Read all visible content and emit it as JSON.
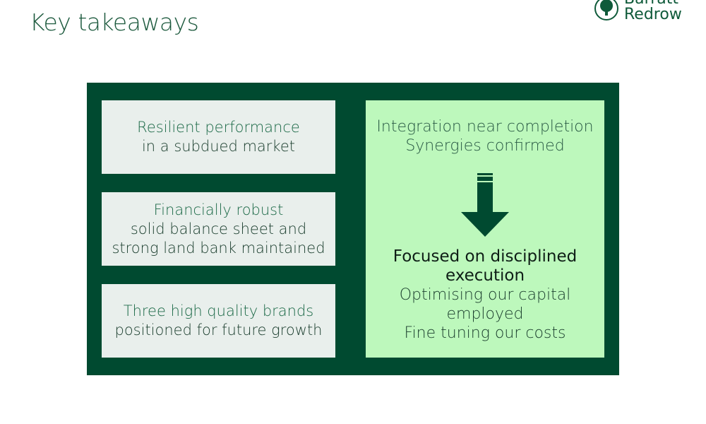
{
  "title": "Key takeaways",
  "logo": {
    "line1": "Barratt",
    "line2": "Redrow"
  },
  "left_boxes": [
    {
      "heading": "Resilient performance",
      "lines": [
        "in a subdued market"
      ]
    },
    {
      "heading": "Financially robust",
      "lines": [
        "solid balance sheet and",
        "strong land bank maintained"
      ]
    },
    {
      "heading": "Three high quality brands",
      "lines": [
        "positioned for future growth"
      ]
    }
  ],
  "right_box": {
    "top": [
      "Integration near completion",
      "Synergies confirmed"
    ],
    "focus": [
      "Focused on disciplined",
      "execution"
    ],
    "lines": [
      "Optimising our capital employed",
      "Fine tuning our costs"
    ]
  },
  "colors": {
    "dark_green": "#004a30",
    "light_green": "#bdf8bc",
    "grey_box": "#e9efec"
  }
}
